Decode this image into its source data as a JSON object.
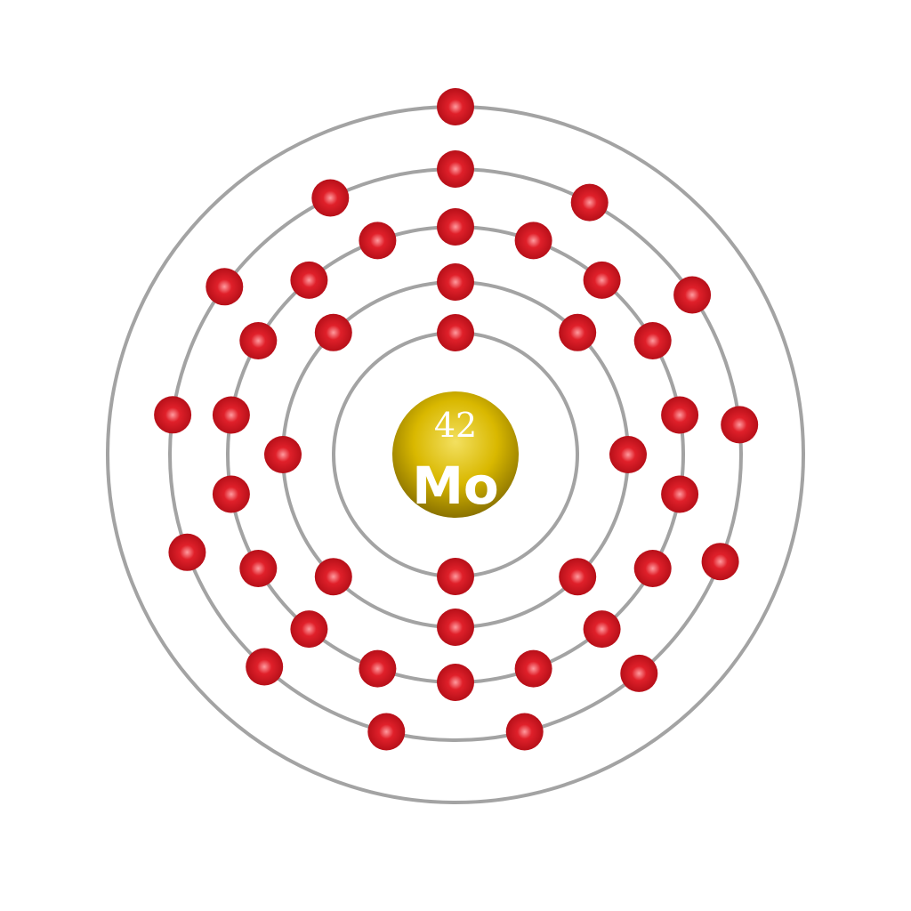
{
  "element": {
    "atomic_number": "42",
    "symbol": "Mo"
  },
  "shells": [
    {
      "shell": 1,
      "electrons": 2
    },
    {
      "shell": 2,
      "electrons": 8
    },
    {
      "shell": 3,
      "electrons": 18
    },
    {
      "shell": 4,
      "electrons": 13
    },
    {
      "shell": 5,
      "electrons": 1
    }
  ],
  "colors": {
    "orbit": "#a3a3a3",
    "electron": "#e0202a",
    "electron_dark": "#b00d16",
    "electron_highlight": "#ff9a9e",
    "nucleus": "#d9b800",
    "nucleus_dark": "#8a7200",
    "nucleus_highlight": "#f3e060",
    "background": "#ffffff"
  }
}
